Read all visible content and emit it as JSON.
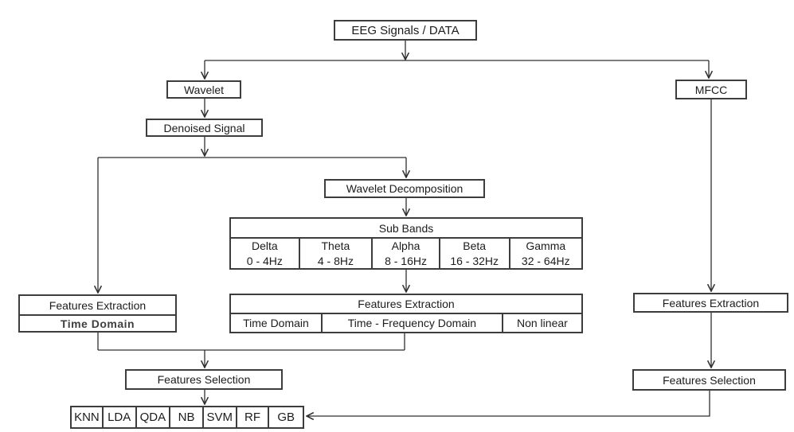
{
  "nodes": {
    "eeg": "EEG Signals / DATA",
    "wavelet": "Wavelet",
    "mfcc": "MFCC",
    "denoised": "Denoised Signal",
    "wavelet_decomposition": "Wavelet Decomposition",
    "fe_left_title": "Features Extraction",
    "fe_left_sub": "Time Domain",
    "fe_right": "Features Extraction",
    "fs_left": "Features Selection",
    "fs_right": "Features Selection"
  },
  "sub_bands": {
    "title": "Sub Bands",
    "bands": [
      {
        "name": "Delta",
        "range": "0 - 4Hz"
      },
      {
        "name": "Theta",
        "range": "4 - 8Hz"
      },
      {
        "name": "Alpha",
        "range": "8 - 16Hz"
      },
      {
        "name": "Beta",
        "range": "16 - 32Hz"
      },
      {
        "name": "Gamma",
        "range": "32 - 64Hz"
      }
    ]
  },
  "features_extraction": {
    "title": "Features Extraction",
    "methods": [
      "Time Domain",
      "Time - Frequency Domain",
      "Non linear"
    ]
  },
  "classifiers": [
    "KNN",
    "LDA",
    "QDA",
    "NB",
    "SVM",
    "RF",
    "GB"
  ],
  "colors": {
    "line": "#2f2f2f",
    "box_border": "#3d3d3d",
    "background": "#ffffff",
    "text": "#1c1c1c",
    "muted_text": "#3f3f3f"
  }
}
